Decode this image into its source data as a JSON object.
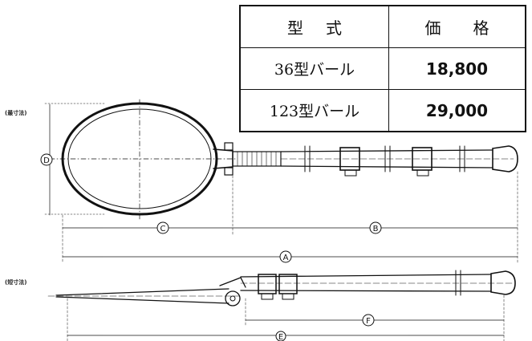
{
  "table": {
    "header": {
      "model_a": "型",
      "model_b": "式",
      "price_a": "価",
      "price_b": "格"
    },
    "rows": [
      {
        "model": "36型バール",
        "price": "18,800"
      },
      {
        "model": "123型バール",
        "price": "29,000"
      }
    ]
  },
  "labels": {
    "extended": "(最寸法)",
    "retracted": "(短寸法)"
  },
  "dimensions": {
    "a": "A",
    "b": "B",
    "c": "C",
    "d": "D",
    "e": "E",
    "f": "F"
  }
}
